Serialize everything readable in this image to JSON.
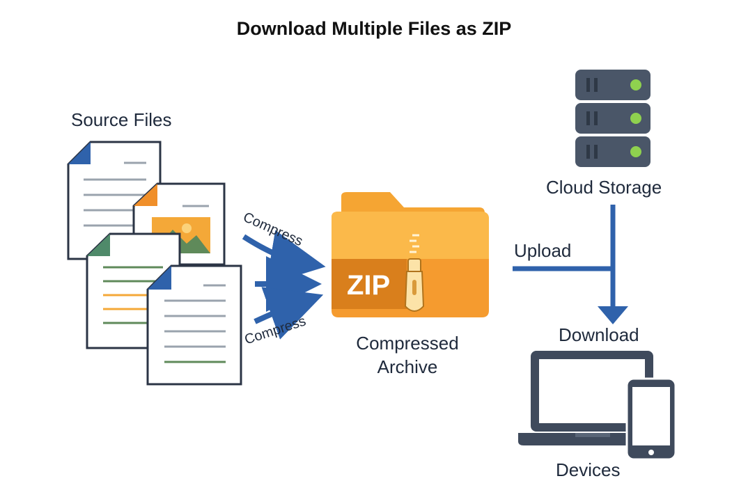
{
  "title": "Download Multiple Files as ZIP",
  "labels": {
    "source_files": "Source Files",
    "compress_top": "Compress",
    "compress_bottom": "Compress",
    "compressed_archive_line1": "Compressed",
    "compressed_archive_line2": "Archive",
    "zip_badge": "ZIP",
    "cloud_storage": "Cloud Storage",
    "upload": "Upload",
    "download": "Download",
    "devices": "Devices"
  },
  "colors": {
    "arrow_blue": "#2f62ab",
    "folder_orange": "#f59b2f",
    "folder_light": "#fbb94a",
    "server_dark": "#4a5668",
    "led_green": "#8fd14f",
    "device_dark": "#3f4a5c"
  },
  "icons": [
    "document-icon",
    "image-document-icon",
    "spreadsheet-document-icon",
    "zip-folder-icon",
    "zipper-icon",
    "server-icon",
    "laptop-icon",
    "phone-icon"
  ]
}
